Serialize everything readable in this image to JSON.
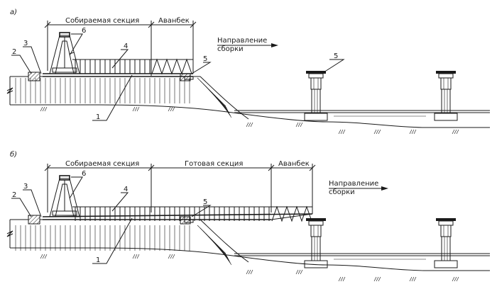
{
  "panels": [
    {
      "letter": "а)",
      "dims": [
        "Собираемая секция",
        "Аванбек"
      ],
      "direction": [
        "Направление",
        "сборки"
      ],
      "labels": [
        "1",
        "2",
        "3",
        "4",
        "5",
        "5",
        "6"
      ]
    },
    {
      "letter": "б)",
      "dims": [
        "Собираемая секция",
        "Готовая секция",
        "Аванбек"
      ],
      "direction": [
        "Направление",
        "сборки"
      ],
      "labels": [
        "1",
        "2",
        "3",
        "4",
        "5",
        "6"
      ]
    }
  ]
}
